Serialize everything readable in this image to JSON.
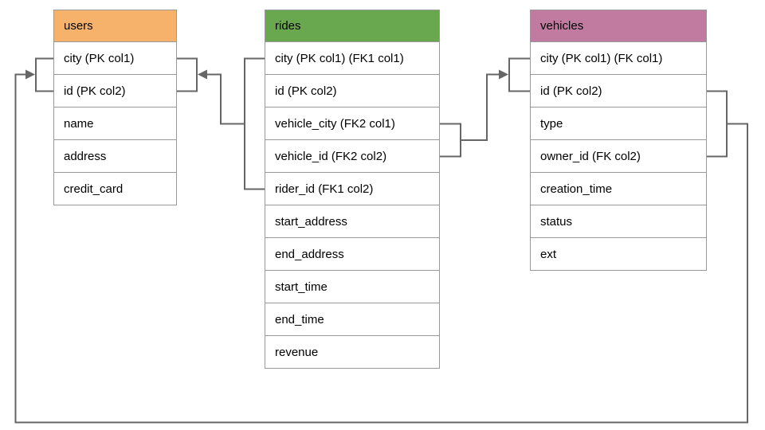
{
  "diagram": {
    "tables": [
      {
        "name": "users",
        "header_color": "#F6B26B",
        "columns": [
          "city (PK col1)",
          "id (PK col2)",
          "name",
          "address",
          "credit_card"
        ]
      },
      {
        "name": "rides",
        "header_color": "#6AA84F",
        "columns": [
          "city (PK col1) (FK1 col1)",
          "id (PK col2)",
          "vehicle_city (FK2 col1)",
          "vehicle_id (FK2 col2)",
          "rider_id (FK1 col2)",
          "start_address",
          "end_address",
          "start_time",
          "end_time",
          "revenue"
        ]
      },
      {
        "name": "vehicles",
        "header_color": "#C27BA0",
        "columns": [
          "city (PK col1) (FK col1)",
          "id (PK col2)",
          "type",
          "owner_id (FK col2)",
          "creation_time",
          "status",
          "ext"
        ]
      }
    ],
    "relationships": [
      {
        "name": "FK1",
        "from": "rides (city, rider_id)",
        "to": "users (city, id)"
      },
      {
        "name": "FK2",
        "from": "rides (vehicle_city, vehicle_id)",
        "to": "vehicles (city, id)"
      },
      {
        "name": "FK",
        "from": "vehicles (id, owner_id)",
        "to": "users (city, id)"
      }
    ],
    "colors": {
      "connector": "#666666",
      "cell_border": "#999999",
      "text": "#000000",
      "background": "#FFFFFF"
    }
  }
}
